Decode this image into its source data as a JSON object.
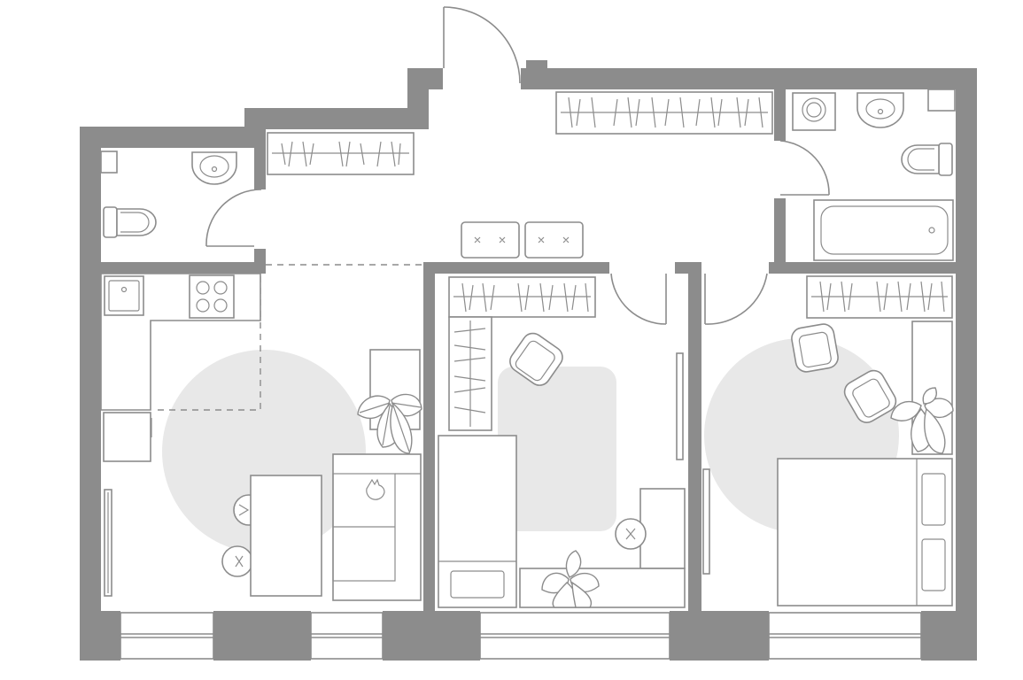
{
  "plan": {
    "colors": {
      "wall": "#8c8c8c",
      "line": "#8c8c8c",
      "zone": "#e8e8e8",
      "background": "#ffffff"
    },
    "rooms": [
      {
        "id": "bathroom-small",
        "icons": [
          "sink-icon",
          "toilet-icon",
          "shaft-icon"
        ]
      },
      {
        "id": "entrance-hall",
        "icons": [
          "wardrobe-icon",
          "bench-icon"
        ]
      },
      {
        "id": "bathroom-large",
        "icons": [
          "washing-machine-icon",
          "sink-icon",
          "toilet-icon",
          "bathtub-icon"
        ]
      },
      {
        "id": "kitchen-living",
        "icons": [
          "kitchen-sink-icon",
          "cooktop-icon",
          "dining-table-icon",
          "chair-icon",
          "sofa-icon",
          "cat-icon",
          "plant-icon"
        ]
      },
      {
        "id": "children-room",
        "icons": [
          "wardrobe-icon",
          "bookshelf-icon",
          "armchair-icon",
          "bed-icon",
          "desk-icon",
          "chair-icon",
          "plant-icon",
          "play-rug-icon"
        ]
      },
      {
        "id": "bedroom",
        "icons": [
          "wardrobe-icon",
          "armchair-icon",
          "double-bed-icon",
          "nightstand-icon",
          "plant-icon"
        ]
      }
    ]
  }
}
